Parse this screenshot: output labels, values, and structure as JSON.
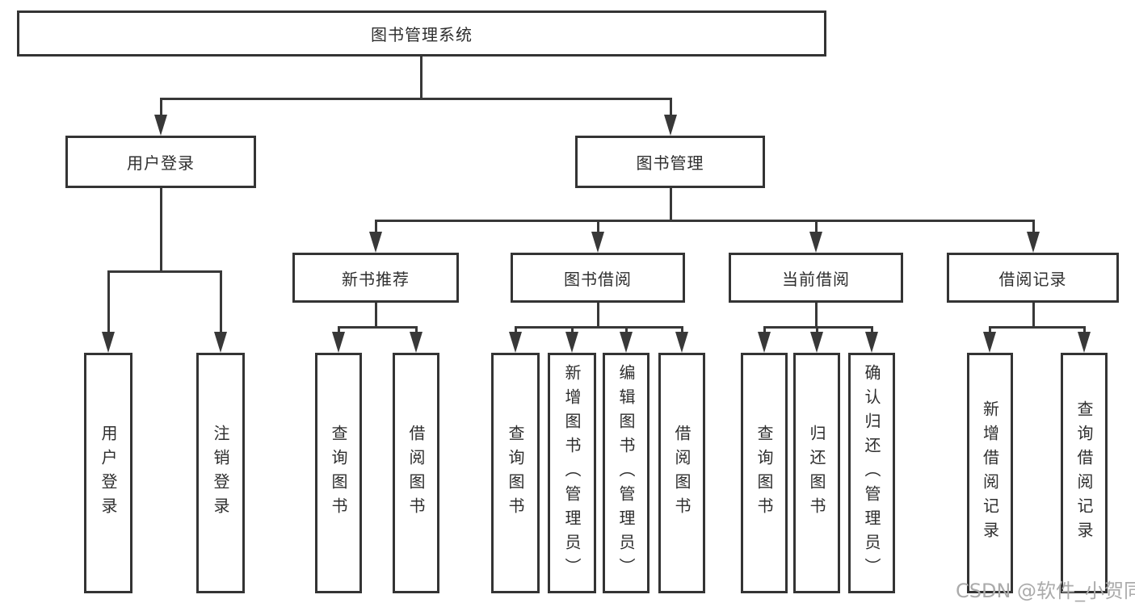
{
  "tree": {
    "root": {
      "label": "图书管理系统"
    },
    "level2": [
      {
        "label": "用户登录"
      },
      {
        "label": "图书管理"
      }
    ],
    "level3": [
      {
        "label": "新书推荐",
        "parent": "图书管理"
      },
      {
        "label": "图书借阅",
        "parent": "图书管理"
      },
      {
        "label": "当前借阅",
        "parent": "图书管理"
      },
      {
        "label": "借阅记录",
        "parent": "图书管理"
      }
    ],
    "leaves": [
      {
        "label": "用户登录",
        "parent": "用户登录"
      },
      {
        "label": "注销登录",
        "parent": "用户登录"
      },
      {
        "label": "查询图书",
        "parent": "新书推荐"
      },
      {
        "label": "借阅图书",
        "parent": "新书推荐"
      },
      {
        "label": "查询图书",
        "parent": "图书借阅"
      },
      {
        "label": "新增图书（管理员）",
        "parent": "图书借阅"
      },
      {
        "label": "编辑图书（管理员）",
        "parent": "图书借阅"
      },
      {
        "label": "借阅图书",
        "parent": "图书借阅"
      },
      {
        "label": "查询图书",
        "parent": "当前借阅"
      },
      {
        "label": "归还图书",
        "parent": "当前借阅"
      },
      {
        "label": "确认归还（管理员）",
        "parent": "当前借阅"
      },
      {
        "label": "新增借阅记录",
        "parent": "借阅记录"
      },
      {
        "label": "查询借阅记录",
        "parent": "借阅记录"
      }
    ]
  },
  "watermark": {
    "text": "CSDN @软件_小贺同学"
  },
  "colors": {
    "box_border": "#343434",
    "connector_line": "#383838",
    "text": "#2e2e2e",
    "watermark": "#ababab",
    "background": "#ffffff"
  }
}
